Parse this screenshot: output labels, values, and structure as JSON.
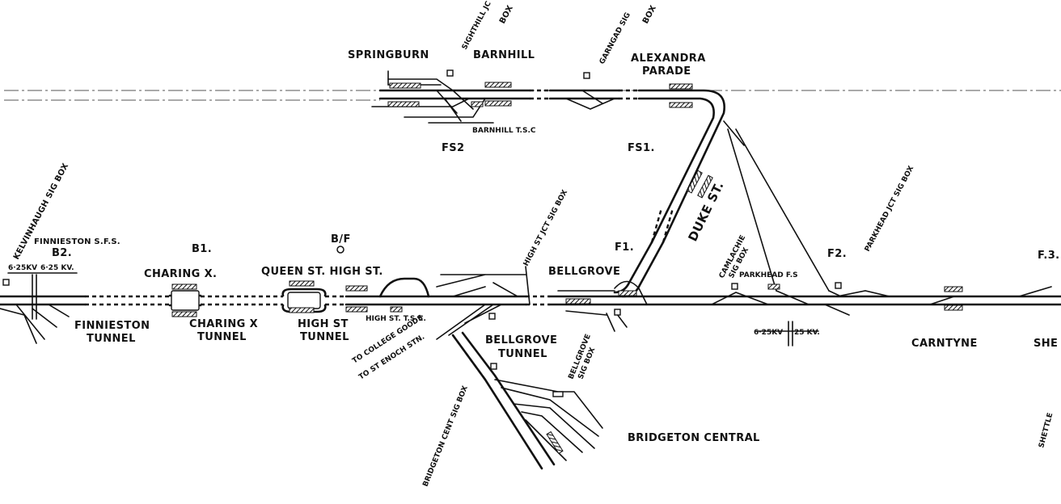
{
  "stations": {
    "springburn": "SPRINGBURN",
    "barnhill": "BARNHILL",
    "alexandra_parade_1": "ALEXANDRA",
    "alexandra_parade_2": "PARADE",
    "duke_st": "DUKE ST.",
    "charing_x": "CHARING X.",
    "queen_st_high_st": "QUEEN ST. HIGH ST.",
    "bellgrove": "BELLGROVE",
    "carntyne": "CARNTYNE",
    "shettleston_partial": "SHE",
    "bridgeton_central": "BRIDGETON CENTRAL"
  },
  "tunnels": {
    "finnieston_1": "FINNIESTON",
    "finnieston_2": "TUNNEL",
    "charing_x_1": "CHARING X",
    "charing_x_2": "TUNNEL",
    "high_st_1": "HIGH ST",
    "high_st_2": "TUNNEL",
    "bellgrove_1": "BELLGROVE",
    "bellgrove_2": "TUNNEL"
  },
  "signal_boxes": {
    "kelvinhaugh": "KELVINHAUGH SIG BOX",
    "sighthill_jc": "SIGHTHILL JC",
    "sighthill_box": "BOX",
    "garngad": "GARNGAD SIG",
    "garngad_box": "BOX",
    "high_st_jct": "HIGH ST JCT SIG BOX",
    "camlachie_1": "CAMLACHIE",
    "camlachie_2": "SIG BOX",
    "parkhead_jct": "PARKHEAD JCT SIG BOX",
    "bellgrove_1": "BELLGROVE",
    "bellgrove_2": "SIG BOX",
    "bridgeton_cent": "BRIDGETON CENT SIG BOX",
    "shettleston_partial": "SHETTLE"
  },
  "feeders": {
    "fs2": "FS2",
    "fs1": "FS1.",
    "f1": "F1.",
    "f2": "F2.",
    "f3": "F.3.",
    "b1": "B1.",
    "b2": "B2.",
    "bf": "B/F",
    "finnieston_sfs": "FINNIESTON S.F.S.",
    "parkhead_fs": "PARKHEAD F.S",
    "barnhill_tsc": "BARNHILL T.S.C",
    "high_st_tsc": "HIGH ST. T.S.C."
  },
  "voltages": {
    "kv_625_left": "6·25KV",
    "kv_625_right": "6·25 KV.",
    "kv_625_b": "6·25KV",
    "kv_25_b": "25 KV."
  },
  "sidings": {
    "college_goods": "TO COLLEGE GOODS",
    "st_enoch": "TO ST ENOCH STN."
  }
}
